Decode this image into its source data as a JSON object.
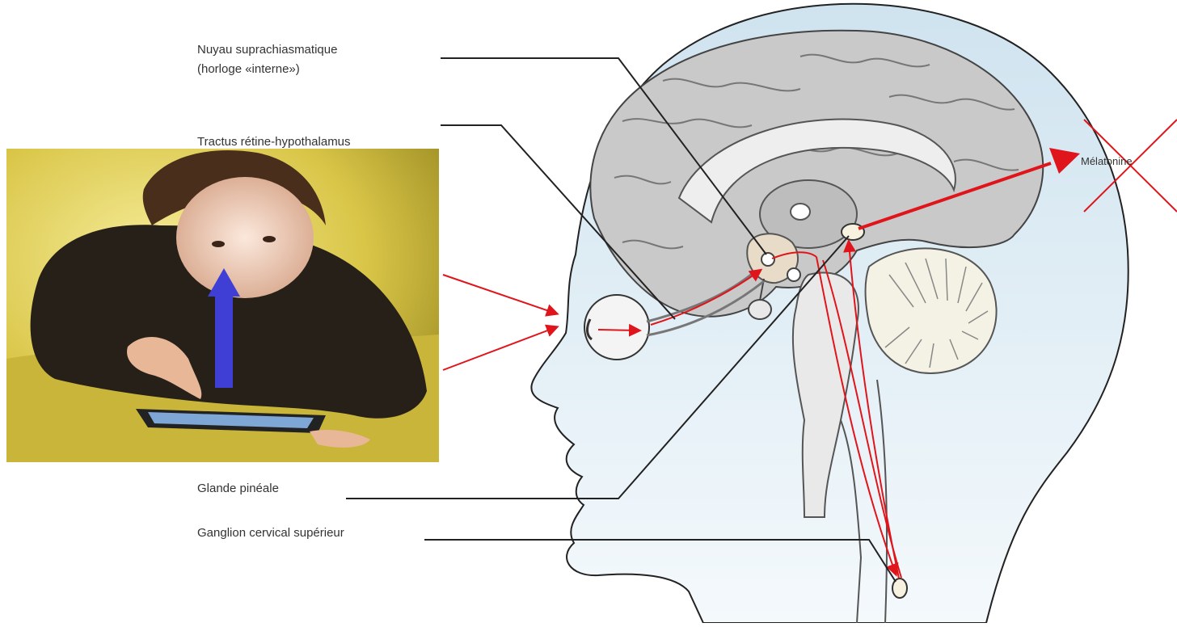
{
  "labels": {
    "scn_line1": "Nuyau suprachiasmatique",
    "scn_line2": "(horloge «interne»)",
    "retino_tract": "Tractus rétine-hypothalamus",
    "pineal": "Glande pinéale",
    "scg": "Ganglion cervical supérieur",
    "melatonin": "Mélatonine"
  },
  "colors": {
    "red_pathway": "#e0151b",
    "blue_arrow": "#3f3fd6",
    "head_fill": "#dbeaf3",
    "brain_fill": "#c9c9c9",
    "outline": "#222222"
  },
  "photo": {
    "subject": "baby-using-smartphone",
    "arrow": "blue-up-arrow"
  },
  "annotations": {
    "melatonin_crossed": true,
    "cross_mark": "red-x-mark"
  }
}
